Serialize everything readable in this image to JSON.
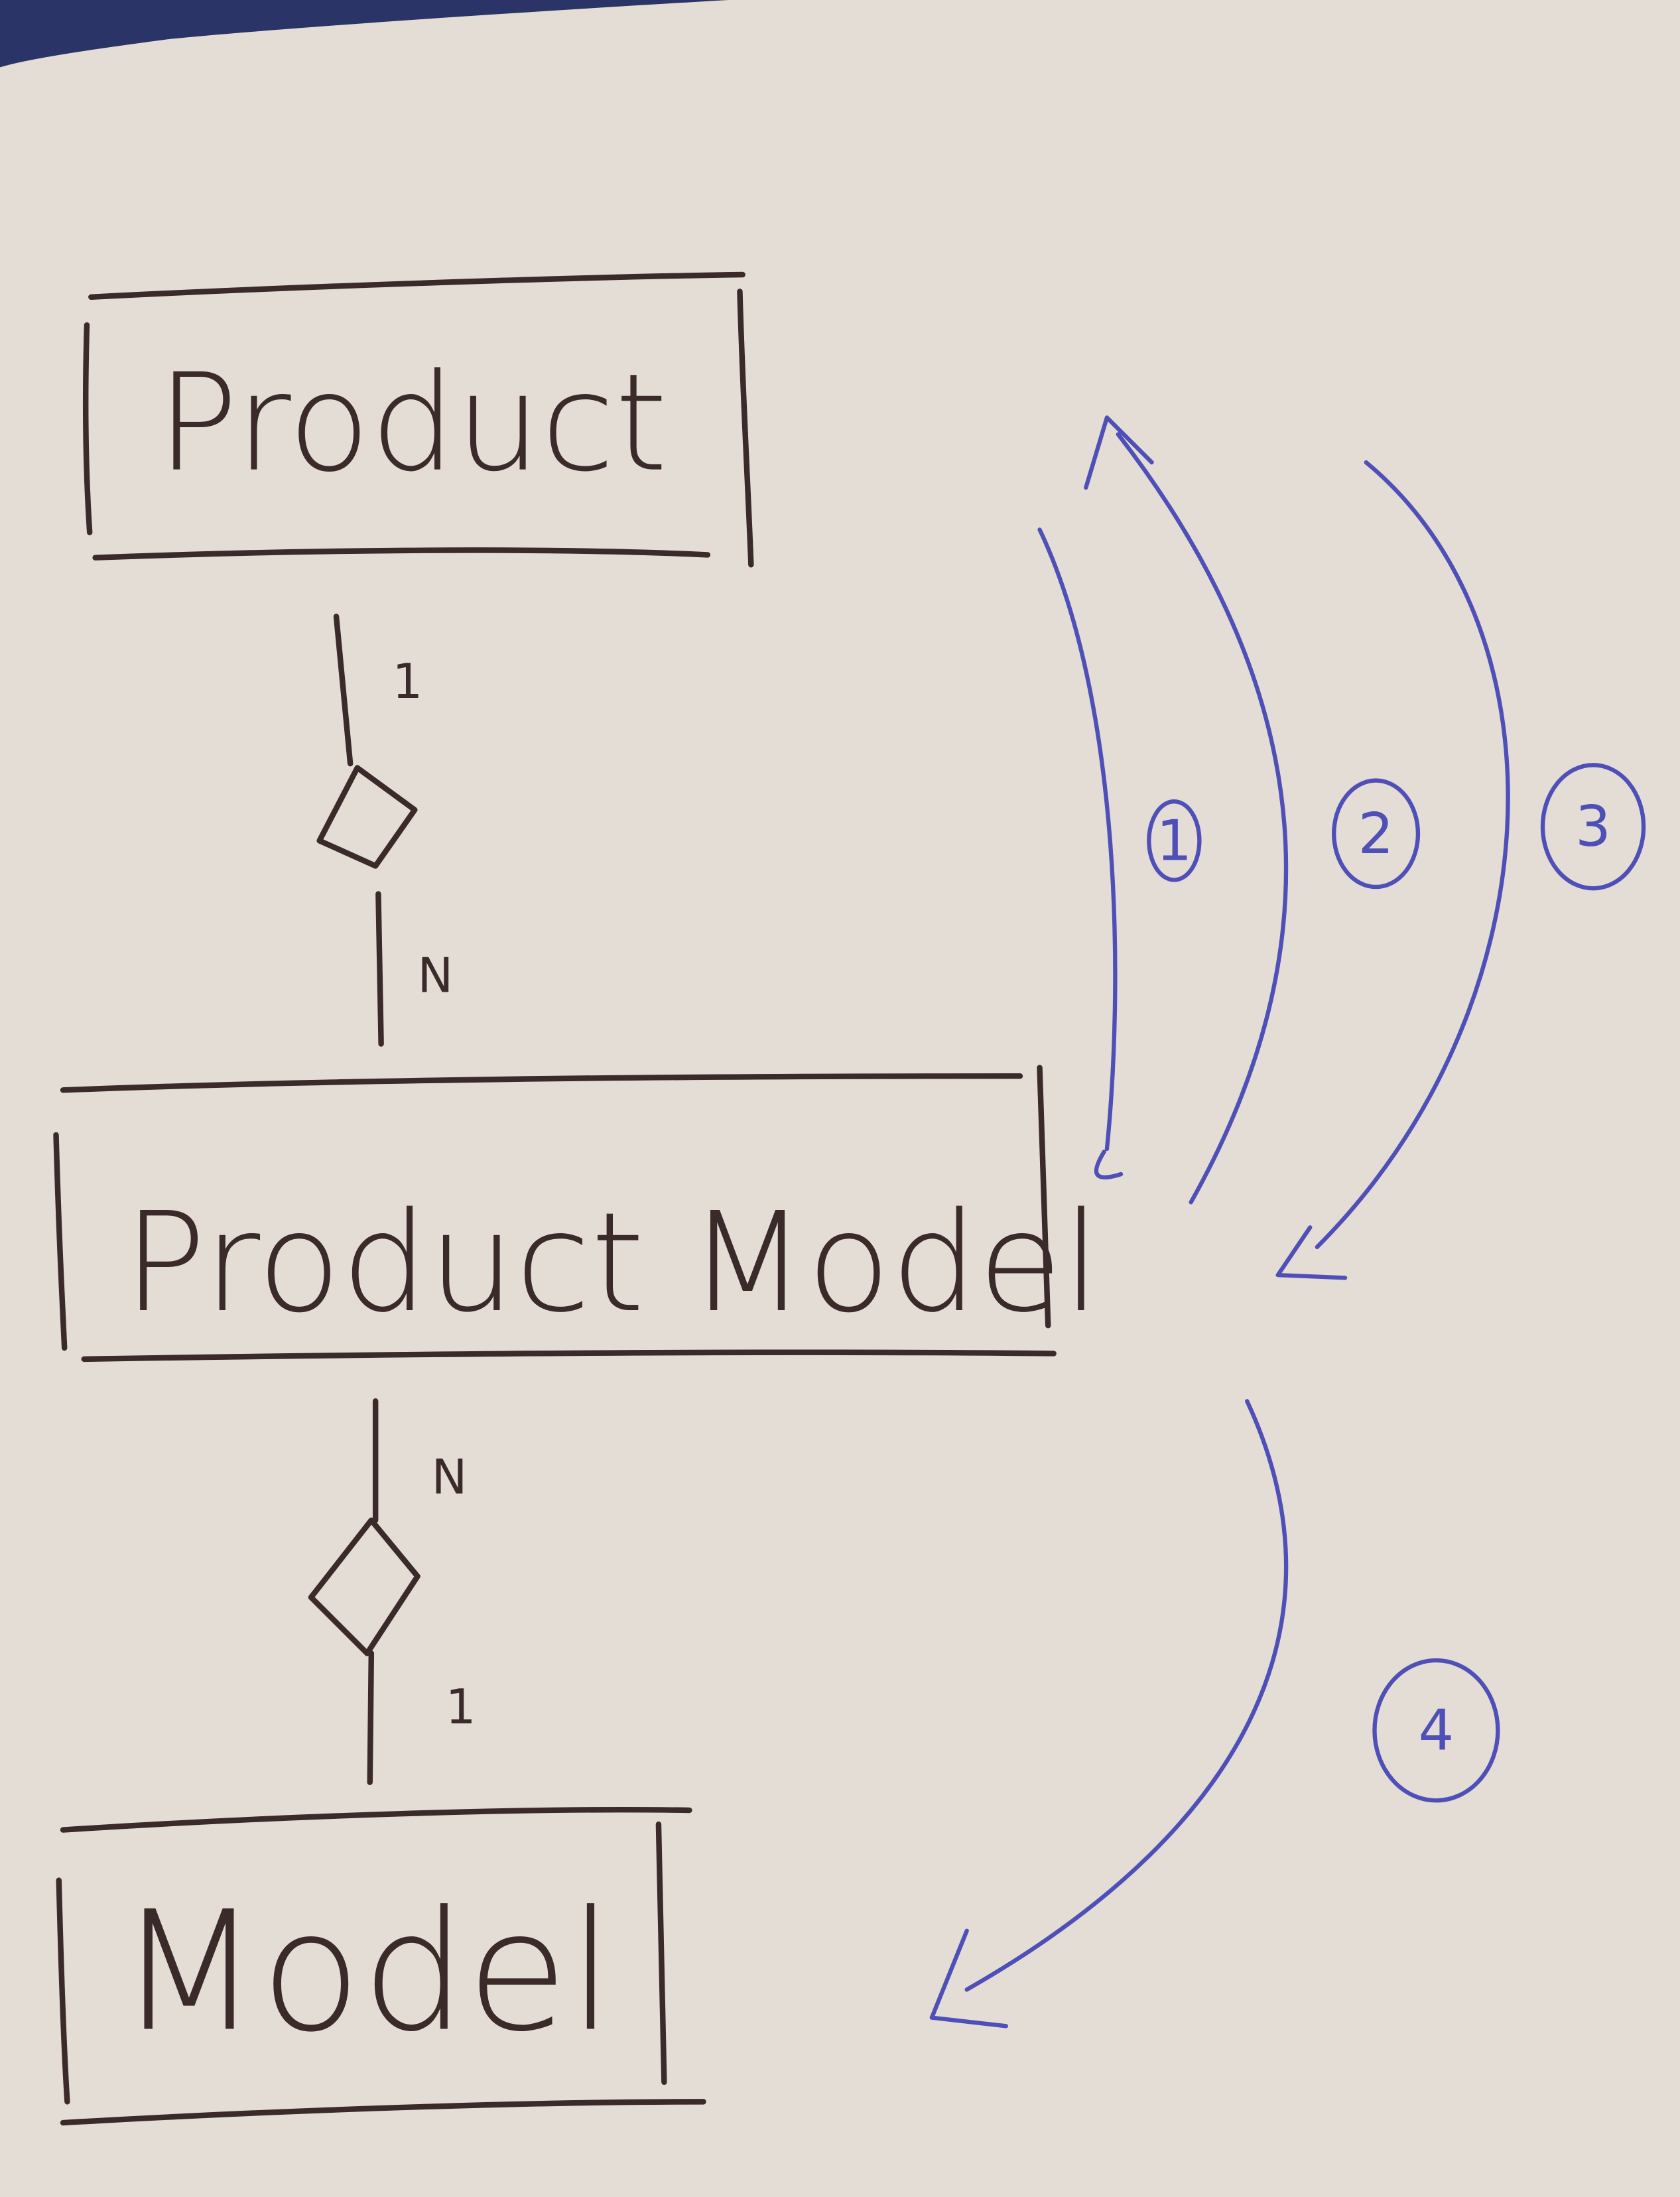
{
  "colors": {
    "paper": "#e4ddd5",
    "pencil": "#3a2a2a",
    "blue_pen": "#4f4fb8",
    "edge": "#2b3466"
  },
  "entities": [
    {
      "name": "Product"
    },
    {
      "name": "Product Model"
    },
    {
      "name": "Model"
    }
  ],
  "relationships": [
    {
      "from": "Product",
      "to": "Product Model",
      "from_cardinality": "1",
      "to_cardinality": "N"
    },
    {
      "from": "Product Model",
      "to": "Model",
      "from_cardinality": "N",
      "to_cardinality": "1"
    }
  ],
  "steps": [
    {
      "label": "1",
      "from": "Product",
      "to": "Product Model"
    },
    {
      "label": "2",
      "from": "Product Model",
      "to": "Product"
    },
    {
      "label": "3",
      "from": "Product",
      "to": "Product Model"
    },
    {
      "label": "4",
      "from": "Product Model",
      "to": "Model"
    }
  ]
}
